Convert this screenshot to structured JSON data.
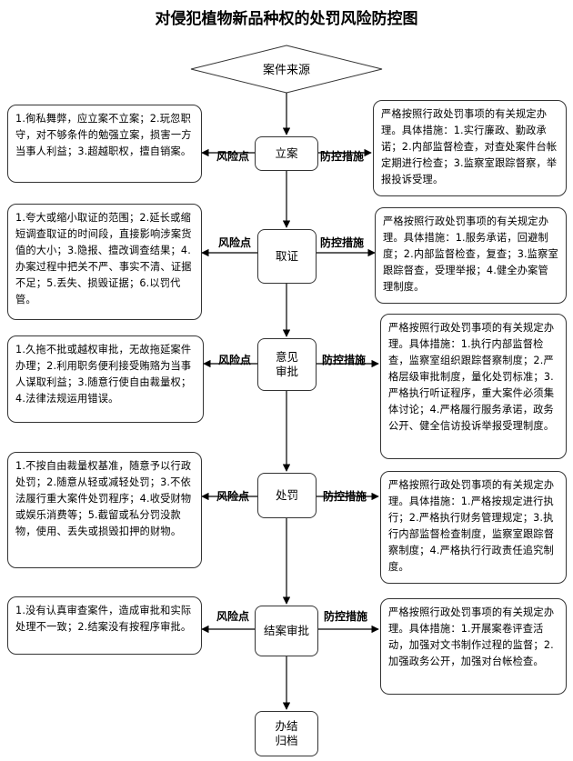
{
  "title": "对侵犯植物新品种权的处罚风险防控图",
  "start": "案件来源",
  "labels": {
    "risk": "风险点",
    "control": "防控措施"
  },
  "steps": [
    {
      "name": "立案",
      "risk": "1.徇私舞弊，应立案不立案；2.玩忽职守，对不够条件的勉强立案，损害一方当事人利益；3.超越职权，擅自销案。",
      "control": "严格按照行政处罚事项的有关规定办理。具体措施：1.实行廉政、勤政承诺；2.内部监督检查，对查处案件台帐定期进行检查；3.监察室跟踪督察，举报投诉受理。"
    },
    {
      "name": "取证",
      "risk": "1.夸大或缩小取证的范围；2.延长或缩短调查取证的时间段，直接影响涉案货值的大小；3.隐报、擅改调查结果；4.办案过程中把关不严、事实不清、证据不足；5.丢失、损毁证据；6.以罚代管。",
      "control": "严格按照行政处罚事项的有关规定办理。具体措施：1.服务承诺，回避制度；2.内部监督检查，复查；3.监察室跟踪督查，受理举报；4.健全办案管理制度。"
    },
    {
      "name": "意见审批",
      "name_lines": [
        "意见",
        "审批"
      ],
      "risk": "1.久拖不批或越权审批，无故拖延案件办理；2.利用职务便利接受贿赂为当事人谋取利益；3.随意行使自由裁量权；4.法律法规运用错误。",
      "control": "严格按照行政处罚事项的有关规定办理。具体措施：1.执行内部监督检查，监察室组织跟踪督察制度；2.严格层级审批制度，量化处罚标准；3.严格执行听证程序，重大案件必须集体讨论；4.严格履行服务承诺，政务公开、健全信访投诉举报受理制度。"
    },
    {
      "name": "处罚",
      "risk": "1.不按自由裁量权基准，随意予以行政处罚；2.随意从轻或减轻处罚；3.不依法履行重大案件处罚程序；4.收受财物或娱乐消费等；5.截留或私分罚没款物，使用、丢失或损毁扣押的财物。",
      "control": "严格按照行政处罚事项的有关规定办理。具体措施：1.严格按规定进行执行；2.严格执行财务管理规定；3.执行内部监督检查制度，监察室跟踪督察制度；4.严格执行行政责任追究制度。"
    },
    {
      "name": "结案审批",
      "risk": "1.没有认真审查案件，造成审批和实际处理不一致；2.结案没有按程序审批。",
      "control": "严格按照行政处罚事项的有关规定办理。具体措施：1.开展案卷评查活动，加强对文书制作过程的监督；2.加强政务公开，加强对台帐检查。"
    }
  ],
  "end": {
    "name": "办结归档",
    "lines": [
      "办结",
      "归档"
    ]
  }
}
